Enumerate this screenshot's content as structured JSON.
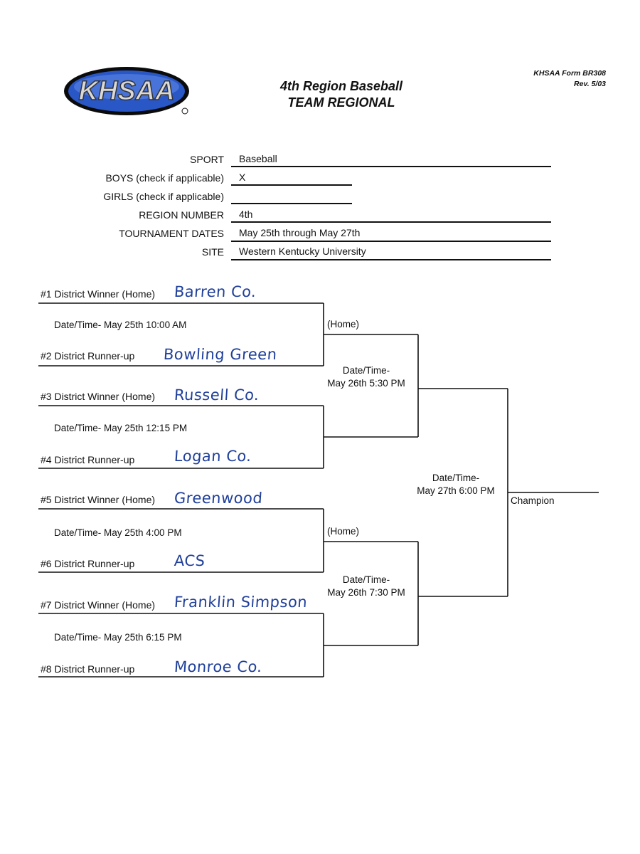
{
  "header": {
    "logo_text": "KHSAA",
    "title_line1": "4th Region Baseball",
    "title_line2": "TEAM REGIONAL",
    "form_id": "KHSAA Form BR308",
    "revision": "Rev. 5/03"
  },
  "fields": {
    "sport_label": "SPORT",
    "sport_value": "Baseball",
    "boys_label": "BOYS (check if applicable)",
    "boys_value": "X",
    "girls_label": "GIRLS (check if applicable)",
    "girls_value": "",
    "region_label": "REGION NUMBER",
    "region_value": "4th",
    "dates_label": "TOURNAMENT DATES",
    "dates_value": "May 25th through May 27th",
    "site_label": "SITE",
    "site_value": "Western Kentucky University"
  },
  "first_round": [
    {
      "slot1_label": "#1 District Winner (Home)",
      "team1": "Barren Co.",
      "datetime": "Date/Time- May 25th  10:00 AM",
      "slot2_label": "#2 District Runner-up",
      "team2": "Bowling Green"
    },
    {
      "slot1_label": "#3 District Winner (Home)",
      "team1": "Russell Co.",
      "datetime": "Date/Time- May 25th  12:15 PM",
      "slot2_label": "#4 District Runner-up",
      "team2": "Logan Co."
    },
    {
      "slot1_label": "#5 District Winner (Home)",
      "team1": "Greenwood",
      "datetime": "Date/Time- May 25th   4:00 PM",
      "slot2_label": "#6 District Runner-up",
      "team2": "ACS"
    },
    {
      "slot1_label": "#7 District Winner (Home)",
      "team1": "Franklin Simpson",
      "datetime": "Date/Time- May 25th   6:15 PM",
      "slot2_label": "#8 District Runner-up",
      "team2": "Monroe Co."
    }
  ],
  "semifinals": [
    {
      "home_label": "(Home)",
      "datetime_line1": "Date/Time-",
      "datetime_line2": "May 26th   5:30 PM"
    },
    {
      "home_label": "(Home)",
      "datetime_line1": "Date/Time-",
      "datetime_line2": "May 26th   7:30 PM"
    }
  ],
  "final": {
    "datetime_line1": "Date/Time-",
    "datetime_line2": "May 27th   6:00 PM",
    "champion_label": "Champion"
  }
}
